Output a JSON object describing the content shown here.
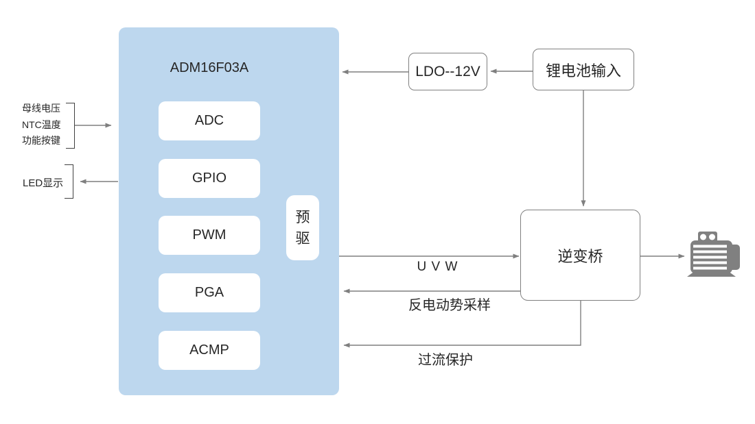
{
  "chip": {
    "title": "ADM16F03A",
    "modules": [
      "ADC",
      "GPIO",
      "PWM",
      "PGA",
      "ACMP"
    ],
    "predriver": "预驱"
  },
  "inputs": {
    "line1": "母线电压",
    "line2": "NTC温度",
    "line3": "功能按键"
  },
  "led_label": "LED显示",
  "ldo_label": "LDO--12V",
  "battery_label": "锂电池输入",
  "inverter_label": "逆变桥",
  "signal_labels": {
    "uvw": "U V W",
    "back_emf": "反电动势采样",
    "overcurrent": "过流保护"
  },
  "icons": {
    "motor": "electric-motor-icon"
  },
  "colors": {
    "chip_fill": "#BDD7EE",
    "module_fill": "#FFFFFF",
    "box_border": "#7F7F7F",
    "connector": "#7F7F7F",
    "bracket": "#3F3F3F",
    "motor": "#808080",
    "text": "#262626"
  }
}
